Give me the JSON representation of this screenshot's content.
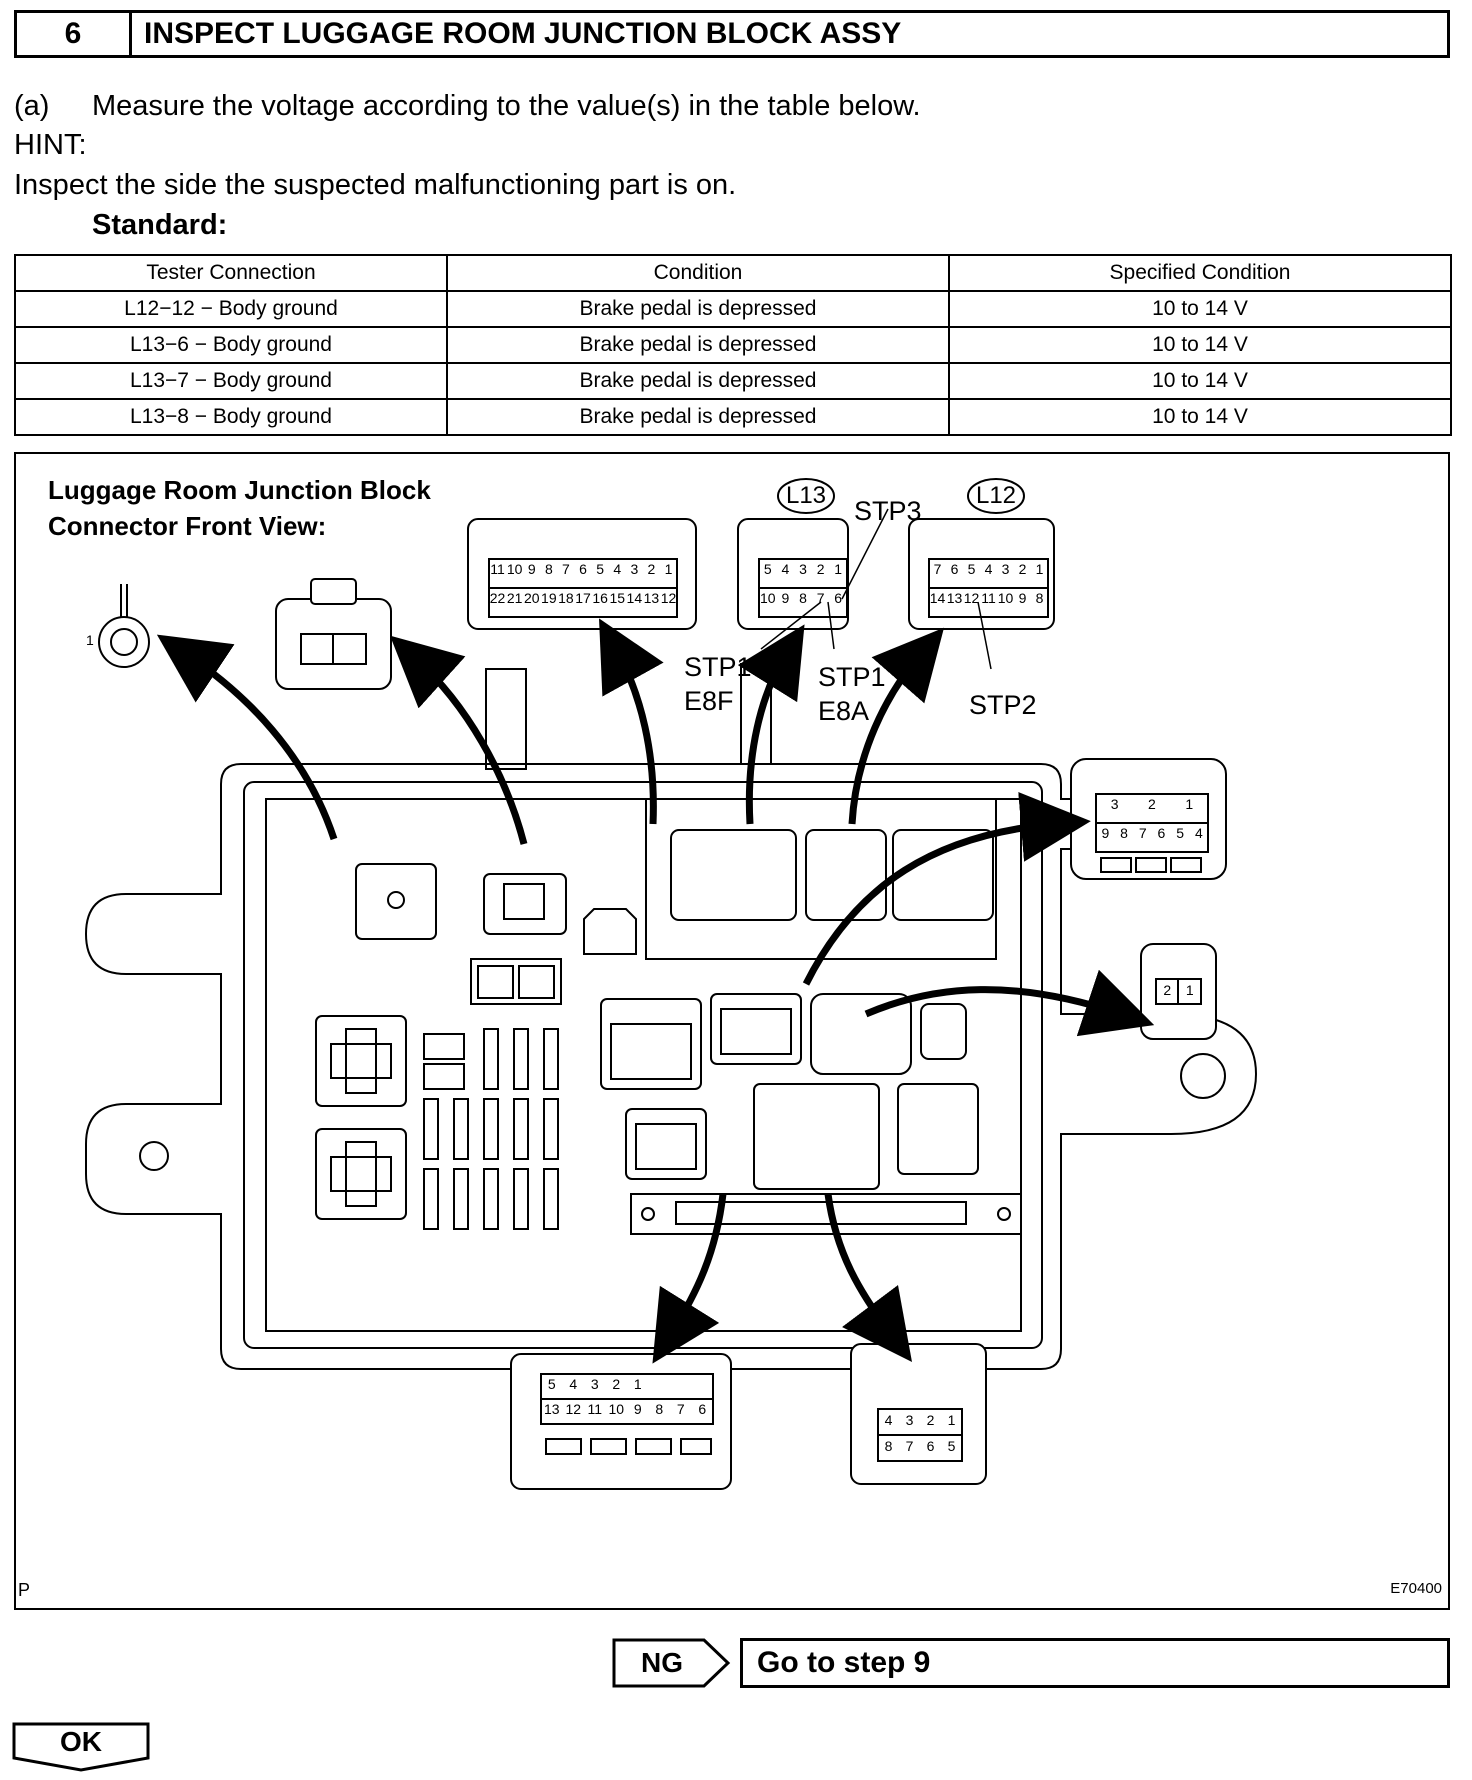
{
  "header": {
    "step_number": "6",
    "title": "INSPECT LUGGAGE ROOM JUNCTION BLOCK ASSY"
  },
  "instructions": {
    "step_a_label": "(a)",
    "step_a_text": "Measure the voltage according to the value(s) in the table below.",
    "hint_label": "HINT:",
    "hint_text": "Inspect the side the suspected malfunctioning part is on.",
    "standard_label": "Standard:"
  },
  "spec_table": {
    "headers": [
      "Tester Connection",
      "Condition",
      "Specified Condition"
    ],
    "rows": [
      [
        "L12−12 − Body ground",
        "Brake pedal is depressed",
        "10 to 14 V"
      ],
      [
        "L13−6 − Body ground",
        "Brake pedal is depressed",
        "10 to 14 V"
      ],
      [
        "L13−7 − Body ground",
        "Brake pedal is depressed",
        "10 to 14 V"
      ],
      [
        "L13−8 − Body ground",
        "Brake pedal is depressed",
        "10 to 14 V"
      ]
    ]
  },
  "diagram": {
    "title_line1": "Luggage Room Junction Block",
    "title_line2": "Connector Front View:",
    "connector_l13": "L13",
    "connector_l12": "L12",
    "label_stp3": "STP3",
    "label_stp1_e8f_a": "STP1",
    "label_stp1_e8f_b": "E8F",
    "label_stp1_e8a_a": "STP1",
    "label_stp1_e8a_b": "E8A",
    "label_stp2": "STP2",
    "ground_pin": "1",
    "corner_p": "P",
    "figure_id": "E70400",
    "pins": {
      "c22_top": [
        "11",
        "10",
        "9",
        "8",
        "7",
        "6",
        "5",
        "4",
        "3",
        "2",
        "1"
      ],
      "c22_bot": [
        "22",
        "21",
        "20",
        "19",
        "18",
        "17",
        "16",
        "15",
        "14",
        "13",
        "12"
      ],
      "l13_top": [
        "5",
        "4",
        "3",
        "2",
        "1"
      ],
      "l13_bot": [
        "10",
        "9",
        "8",
        "7",
        "6"
      ],
      "l12_top": [
        "7",
        "6",
        "5",
        "4",
        "3",
        "2",
        "1"
      ],
      "l12_bot": [
        "14",
        "13",
        "12",
        "11",
        "10",
        "9",
        "8"
      ],
      "c9_top": [
        "3",
        "2",
        "1"
      ],
      "c9_bot": [
        "9",
        "8",
        "7",
        "6",
        "5",
        "4"
      ],
      "c2": [
        "2",
        "1"
      ],
      "c13_top": [
        "5",
        "4",
        "3",
        "2",
        "1"
      ],
      "c13_bot": [
        "13",
        "12",
        "11",
        "10",
        "9",
        "8",
        "7",
        "6"
      ],
      "c8_top": [
        "4",
        "3",
        "2",
        "1"
      ],
      "c8_bot": [
        "8",
        "7",
        "6",
        "5"
      ]
    }
  },
  "navigation": {
    "ng_label": "NG",
    "ng_target": "Go to step 9",
    "ok_label": "OK"
  }
}
